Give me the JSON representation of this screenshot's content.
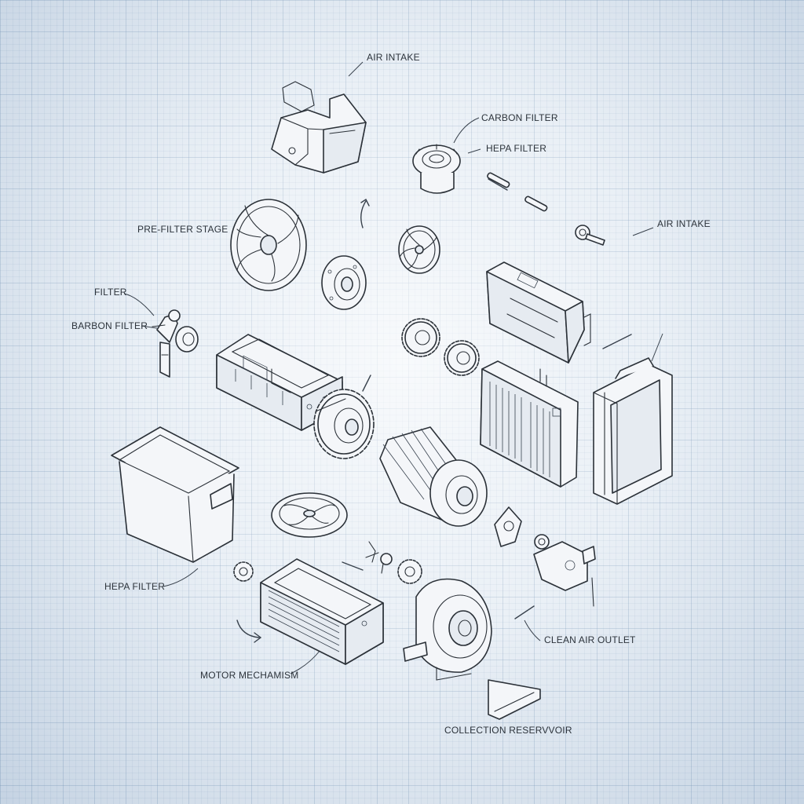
{
  "labels": {
    "air_intake_top": "AIR INTAKE",
    "carbon_filter_top": "CARBON FILTER",
    "hepa_filter_top": "HEPA FILTER",
    "air_intake_right": "AIR INTAKE",
    "pre_filter_stage": "PRE-FILTER STAGE",
    "filter_left": "FILTER",
    "carbon_filter_left": "BARBON FILTER",
    "hepa_filter_bottom": "HEPA FILTER",
    "clean_air_outlet": "CLEAN AIR OUTLET",
    "motor_mechanism": "MOTOR MECHAMISM",
    "collection_reservoir": "COLLECTION RESERVVOIR"
  },
  "colors": {
    "background": "#e3ebf3",
    "grid": "#5f82aa",
    "ink": "#2b3138"
  }
}
